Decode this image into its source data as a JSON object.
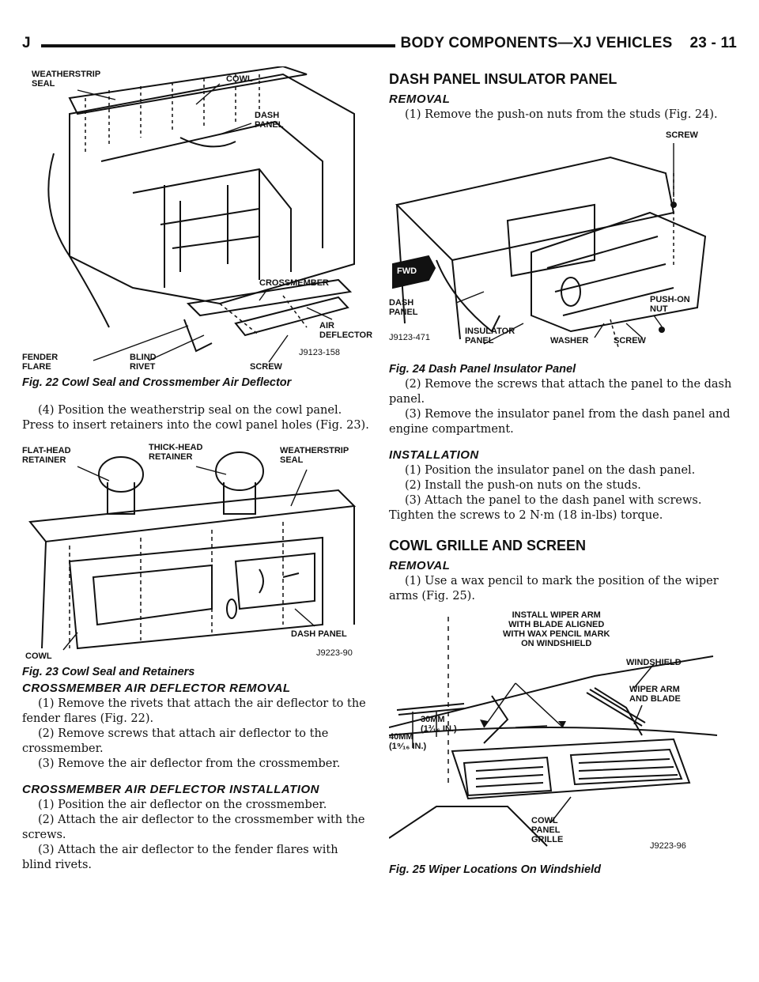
{
  "header": {
    "left_letter": "J",
    "title": "BODY COMPONENTS—XJ VEHICLES",
    "page": "23 - 11"
  },
  "fig22": {
    "labels": {
      "weatherstrip": "WEATHERSTRIP\nSEAL",
      "cowl": "COWL",
      "dash": "DASH\nPANEL",
      "crossmember": "CROSSMEMBER",
      "air_deflector": "AIR\nDEFLECTOR",
      "code": "J9123-158",
      "fender": "FENDER\nFLARE",
      "rivet": "BLIND\nRIVET",
      "screw": "SCREW"
    },
    "caption": "Fig. 22 Cowl Seal and Crossmember Air Deflector"
  },
  "para_4": "(4) Position the weatherstrip seal on the cowl panel. Press to insert retainers into the cowl panel holes (Fig. 23).",
  "fig23": {
    "labels": {
      "flat": "FLAT-HEAD\nRETAINER",
      "thick": "THICK-HEAD\nRETAINER",
      "seal": "WEATHERSTRIP\nSEAL",
      "dash": "DASH PANEL",
      "cowl": "COWL",
      "code": "J9223-90"
    },
    "caption": "Fig. 23 Cowl Seal and Retainers"
  },
  "cross_removal": {
    "heading": "CROSSMEMBER AIR DEFLECTOR REMOVAL",
    "steps": [
      "(1) Remove the rivets that attach the air deflector to the fender flares (Fig. 22).",
      "(2) Remove screws that attach air deflector to the crossmember.",
      "(3) Remove the air deflector from the crossmember."
    ]
  },
  "cross_install": {
    "heading": "CROSSMEMBER AIR DEFLECTOR INSTALLATION",
    "steps": [
      "(1) Position the air deflector on the crossmember.",
      "(2) Attach the air deflector to the crossmember with the screws.",
      "(3) Attach the air deflector to the fender flares with blind rivets."
    ]
  },
  "dash": {
    "heading": "DASH PANEL INSULATOR PANEL",
    "removal_heading": "REMOVAL",
    "removal_1": "(1) Remove the push-on nuts from the studs (Fig. 24).",
    "removal_rest": [
      "(2) Remove the screws that attach the panel to the dash panel.",
      "(3) Remove the insulator panel from the dash panel and engine compartment."
    ],
    "install_heading": "INSTALLATION",
    "install": [
      "(1) Position the insulator panel on the dash panel.",
      "(2) Install the push-on nuts on the studs.",
      "(3) Attach the panel to the dash panel with screws. Tighten the screws to 2 N·m (18 in-lbs) torque."
    ]
  },
  "fig24": {
    "labels": {
      "screw_top": "SCREW",
      "fwd": "FWD",
      "dash": "DASH\nPANEL",
      "code": "J9123-471",
      "insulator": "INSULATOR\nPANEL",
      "washer": "WASHER",
      "screw_bottom": "SCREW",
      "nut": "PUSH-ON\nNUT"
    },
    "caption": "Fig. 24 Dash Panel Insulator Panel"
  },
  "cowl": {
    "heading": "COWL GRILLE AND SCREEN",
    "removal_heading": "REMOVAL",
    "removal_1": "(1) Use a wax pencil to mark the position of the wiper arms (Fig. 25)."
  },
  "fig25": {
    "labels": {
      "install": "INSTALL WIPER ARM\nWITH BLADE ALIGNED\nWITH WAX PENCIL MARK\nON WINDSHIELD",
      "windshield": "WINDSHIELD",
      "arm": "WIPER ARM\nAND BLADE",
      "mm30": "30MM\n(1³⁄₁₆ IN.)",
      "mm40": "40MM\n(1⁹⁄₁₆ IN.)",
      "grille": "COWL\nPANEL\nGRILLE",
      "code": "J9223-96"
    },
    "caption": "Fig. 25 Wiper Locations On Windshield"
  }
}
